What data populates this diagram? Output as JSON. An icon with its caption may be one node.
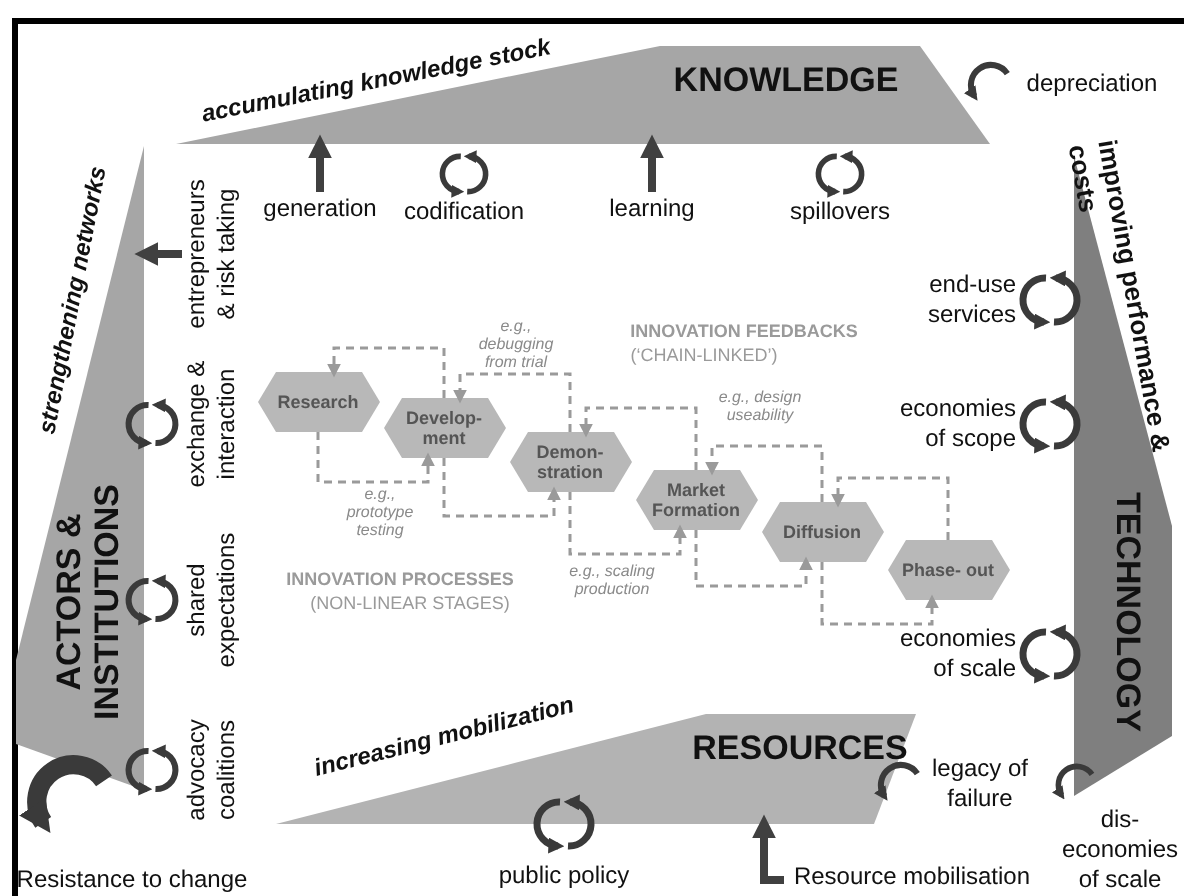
{
  "diagram": {
    "nodes": [
      {
        "text": [
          "KNOWLEDGE"
        ]
      },
      {
        "text": [
          "generation"
        ]
      },
      {
        "text": [
          "learning"
        ]
      },
      {
        "text": [
          "entrepreneurs & risk taking"
        ]
      },
      {
        "text": [
          "Research"
        ]
      },
      {
        "text": [
          "Develop- ment"
        ]
      },
      {
        "text": [
          "Demon- stration"
        ]
      },
      {
        "text": [
          "Market Formation"
        ]
      },
      {
        "text": [
          "Diffusion"
        ]
      },
      {
        "text": [
          "Phase- out"
        ]
      },
      {
        "text": [
          "TECHNOLOGY"
        ]
      },
      {
        "text": [
          "ACTORS & INSTITUTIONS"
        ]
      },
      {
        "text": [
          "RESOURCES"
        ]
      },
      {
        "text": [
          "Resource mobilisation"
        ]
      }
    ],
    "edges": [
      {
        "from": 1,
        "to": 0,
        "arrow": "to",
        "style": "thick",
        "color": "#404040"
      },
      {
        "from": 2,
        "to": 0,
        "arrow": "to",
        "style": "thick",
        "color": "#404040"
      },
      {
        "from": 3,
        "to": 11,
        "arrow": "to",
        "style": "thick",
        "color": "#404040"
      },
      {
        "from": 4,
        "to": 5,
        "arrow": "to",
        "style": "dashed",
        "label": "e.g., prototype testing"
      },
      {
        "from": 5,
        "to": 4,
        "arrow": "to",
        "style": "dashed"
      },
      {
        "from": 5,
        "to": 6,
        "arrow": "to",
        "style": "dashed"
      },
      {
        "from": 6,
        "to": 5,
        "arrow": "to",
        "style": "dashed",
        "label": "e.g., debugging from trial"
      },
      {
        "from": 6,
        "to": 7,
        "arrow": "to",
        "style": "dashed",
        "label": "e.g., scaling production"
      },
      {
        "from": 7,
        "to": 6,
        "arrow": "to",
        "style": "dashed"
      },
      {
        "from": 7,
        "to": 8,
        "arrow": "to",
        "style": "dashed"
      },
      {
        "from": 8,
        "to": 7,
        "arrow": "to",
        "style": "dashed",
        "label": "e.g., design useability"
      },
      {
        "from": 8,
        "to": 9,
        "arrow": "to",
        "style": "dashed"
      },
      {
        "from": 9,
        "to": 8,
        "arrow": "to",
        "style": "dashed"
      },
      {
        "from": 13,
        "to": 12,
        "arrow": "to",
        "style": "thick",
        "color": "#404040"
      }
    ],
    "labels": [
      "accumulating knowledge stock",
      "codification",
      "spillovers",
      "depreciation",
      "strengthening networks",
      "improving performance & costs",
      "end-use services",
      "INNOVATION FEEDBACKS",
      "(‘CHAIN-LINKED’)",
      "economies of scope",
      "exchange & interaction",
      "shared expectations",
      "INNOVATION PROCESSES",
      "(NON-LINEAR STAGES)",
      "economies of scale",
      "increasing mobilization",
      "advocacy coalitions",
      "legacy of failure",
      "dis-economies of scale",
      "Resistance to change",
      "public policy"
    ]
  }
}
